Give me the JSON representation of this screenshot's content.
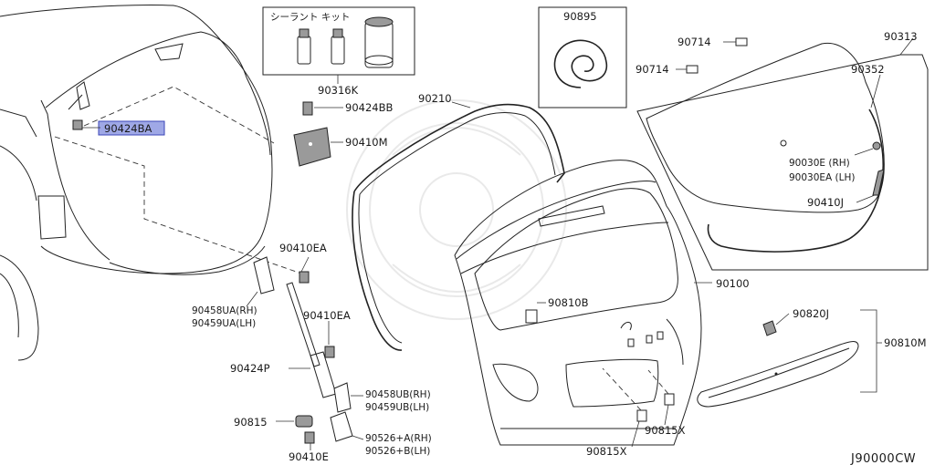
{
  "diagram": {
    "kit_label": "シーラント キット",
    "ref_code": "J90000CW",
    "part_labels": {
      "p90424BA": "90424BA",
      "p90316K": "90316K",
      "p90424BB": "90424BB",
      "p90410M": "90410M",
      "p90210": "90210",
      "p90895": "90895",
      "p90714a": "90714",
      "p90714b": "90714",
      "p90313": "90313",
      "p90352": "90352",
      "p90030E": "90030E (RH)",
      "p90030EA": "90030EA (LH)",
      "p90410J": "90410J",
      "p90100": "90100",
      "p90810B": "90810B",
      "p90820J": "90820J",
      "p90810M": "90810M",
      "p90410EA_top": "90410EA",
      "p90458UA": "90458UA(RH)",
      "p90459UA": "90459UA(LH)",
      "p90410EA_mid": "90410EA",
      "p90424P": "90424P",
      "p90458UB": "90458UB(RH)",
      "p90459UB": "90459UB(LH)",
      "p90815": "90815",
      "p90526A": "90526+A(RH)",
      "p90526B": "90526+B(LH)",
      "p90410E": "90410E",
      "p90815X_a": "90815X",
      "p90815X_b": "90815X"
    }
  }
}
